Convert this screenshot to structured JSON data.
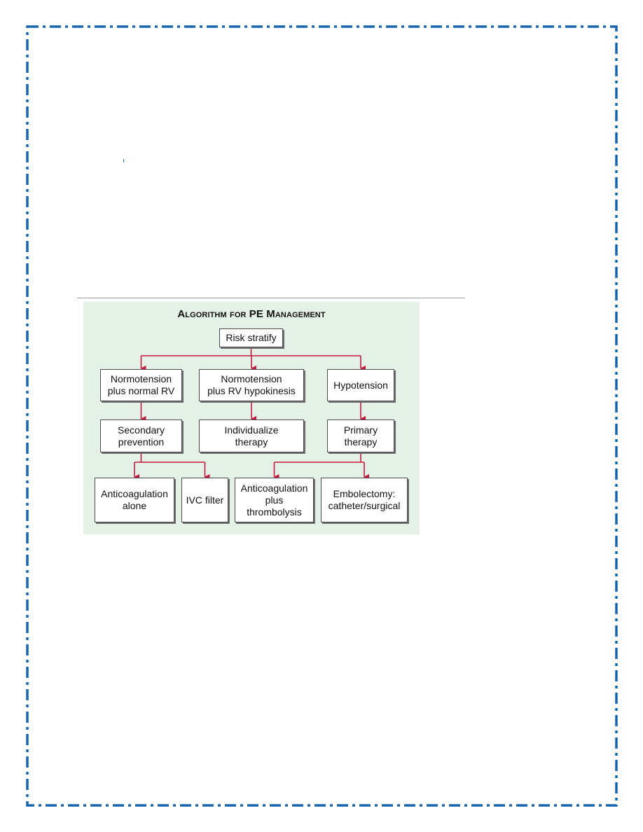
{
  "page": {
    "border_color": "#1565b0",
    "panel_color": "#e3f1e6",
    "connector_color": "#c8193e"
  },
  "figure": {
    "title": "Algorithm for PE Management"
  },
  "nodes": {
    "risk_stratify": "Risk stratify",
    "normotension_normal_rv": "Normotension\nplus normal RV",
    "normotension_rv_hypokinesis": "Normotension\nplus RV hypokinesis",
    "hypotension": "Hypotension",
    "secondary_prevention": "Secondary\nprevention",
    "individualize_therapy": "Individualize\ntherapy",
    "primary_therapy": "Primary\ntherapy",
    "anticoagulation_alone": "Anticoagulation\nalone",
    "ivc_filter": "IVC filter",
    "anticoagulation_thrombolysis": "Anticoagulation\nplus\nthrombolysis",
    "embolectomy": "Embolectomy:\ncatheter/surgical"
  },
  "edges": [
    [
      "risk_stratify",
      "normotension_normal_rv"
    ],
    [
      "risk_stratify",
      "normotension_rv_hypokinesis"
    ],
    [
      "risk_stratify",
      "hypotension"
    ],
    [
      "normotension_normal_rv",
      "secondary_prevention"
    ],
    [
      "normotension_rv_hypokinesis",
      "individualize_therapy"
    ],
    [
      "hypotension",
      "primary_therapy"
    ],
    [
      "secondary_prevention",
      "anticoagulation_alone"
    ],
    [
      "secondary_prevention",
      "ivc_filter"
    ],
    [
      "primary_therapy",
      "anticoagulation_thrombolysis"
    ],
    [
      "primary_therapy",
      "embolectomy"
    ]
  ]
}
